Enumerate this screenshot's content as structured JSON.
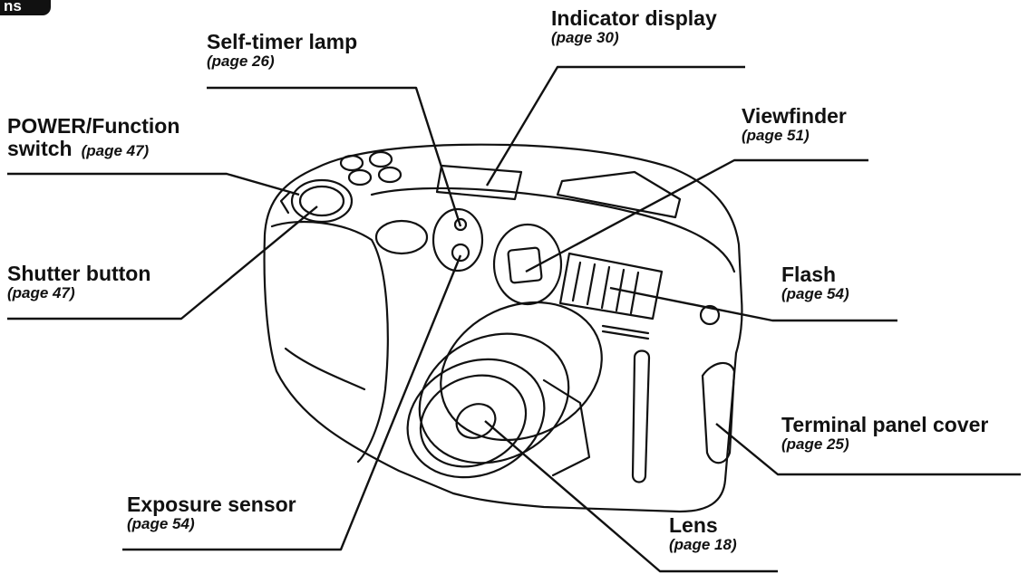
{
  "section_tab": "ns",
  "labels": {
    "self_timer": {
      "title": "Self-timer lamp",
      "page": "(page 26)"
    },
    "indicator": {
      "title": "Indicator display",
      "page": "(page 30)"
    },
    "power": {
      "title_line1": "POWER/Function",
      "title_line2": "switch",
      "page": "(page 47)"
    },
    "viewfinder": {
      "title": "Viewfinder",
      "page": "(page 51)"
    },
    "shutter": {
      "title": "Shutter button",
      "page": "(page 47)"
    },
    "flash": {
      "title": "Flash",
      "page": "(page 54)"
    },
    "terminal": {
      "title": "Terminal panel cover",
      "page": "(page 25)"
    },
    "exposure": {
      "title": "Exposure sensor",
      "page": "(page 54)"
    },
    "lens": {
      "title": "Lens",
      "page": "(page 18)"
    }
  }
}
